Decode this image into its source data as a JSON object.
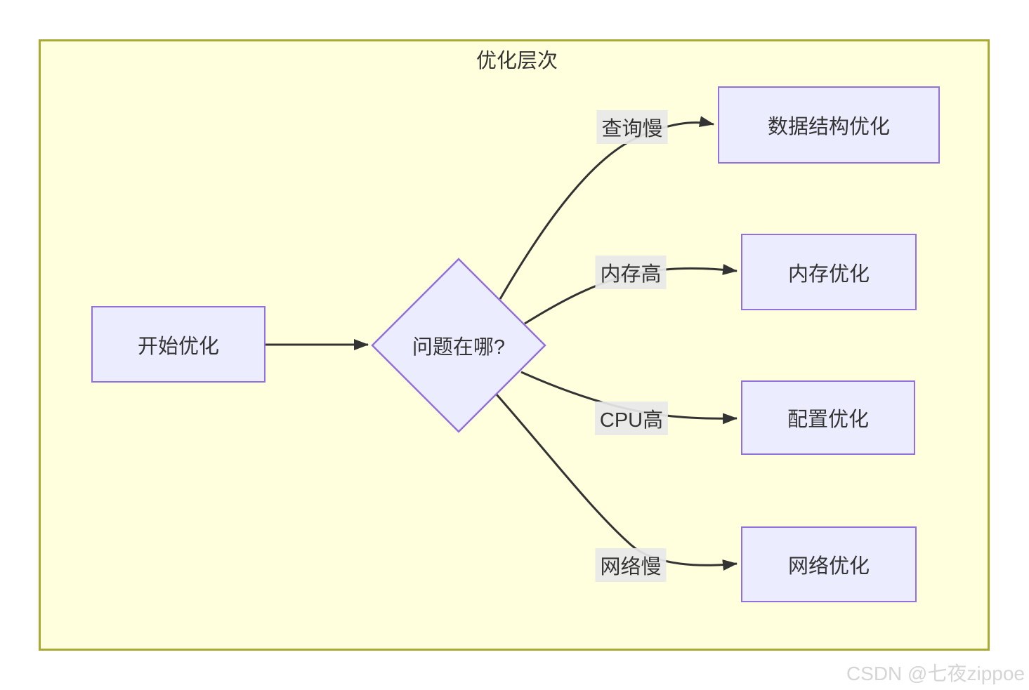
{
  "diagram": {
    "title": "优化层次",
    "watermark": "CSDN @七夜zippoe",
    "type": "flowchart",
    "direction": "left-to-right",
    "colors": {
      "subgraph_fill": "#ffffde",
      "subgraph_border": "#aaaa33",
      "node_fill": "#ECECFF",
      "node_border": "#9370DB",
      "edge_stroke": "#333333",
      "edge_label_bg": "#e8e8e8",
      "text": "#333333",
      "watermark_text": "#d5d5d5"
    },
    "nodes": [
      {
        "id": "start",
        "label": "开始优化",
        "shape": "rect"
      },
      {
        "id": "question",
        "label": "问题在哪?",
        "shape": "diamond"
      },
      {
        "id": "data",
        "label": "数据结构优化",
        "shape": "rect"
      },
      {
        "id": "memory",
        "label": "内存优化",
        "shape": "rect"
      },
      {
        "id": "config",
        "label": "配置优化",
        "shape": "rect"
      },
      {
        "id": "network",
        "label": "网络优化",
        "shape": "rect"
      }
    ],
    "edges": [
      {
        "from": "start",
        "to": "question",
        "label": ""
      },
      {
        "from": "question",
        "to": "data",
        "label": "查询慢"
      },
      {
        "from": "question",
        "to": "memory",
        "label": "内存高"
      },
      {
        "from": "question",
        "to": "config",
        "label": "CPU高"
      },
      {
        "from": "question",
        "to": "network",
        "label": "网络慢"
      }
    ]
  }
}
